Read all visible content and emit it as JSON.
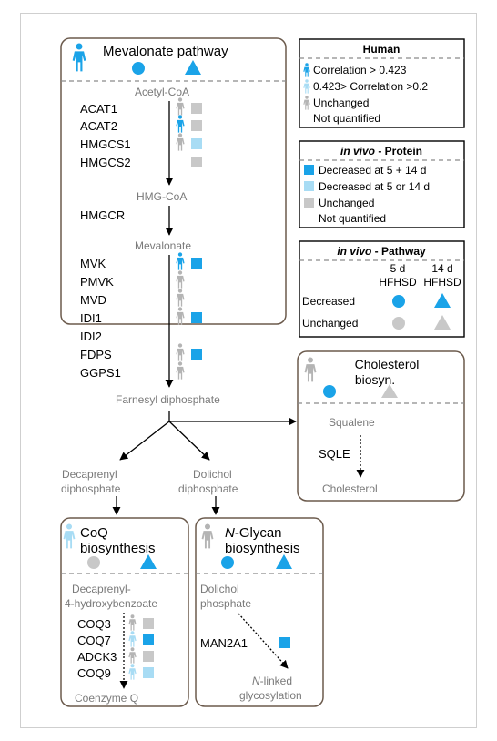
{
  "colors": {
    "blue": "#1aa3e8",
    "light_blue": "#a8dcf4",
    "gray": "#c8c8c8",
    "dark_gray": "#b4b4b4",
    "text_gray": "#7a7a7a",
    "border": "#6b5a4c"
  },
  "mevalonate": {
    "title": "Mevalonate pathway",
    "acetyl_coa": "Acetyl-CoA",
    "hmg_coa": "HMG-CoA",
    "mevalonate": "Mevalonate",
    "farnesyl": "Farnesyl diphosphate",
    "decaprenyl_1": "Decaprenyl",
    "decaprenyl_2": "diphosphate",
    "dolichol_1": "Dolichol",
    "dolichol_2": "diphosphate",
    "genes": [
      {
        "name": "ACAT1",
        "human": "gray",
        "protein": "gray"
      },
      {
        "name": "ACAT2",
        "human": "blue",
        "protein": "gray"
      },
      {
        "name": "HMGCS1",
        "human": "gray",
        "protein": "light_blue"
      },
      {
        "name": "HMGCS2",
        "human": "none",
        "protein": "gray"
      },
      {
        "name": "HMGCR",
        "human": "none",
        "protein": "none"
      },
      {
        "name": "MVK",
        "human": "blue",
        "protein": "blue"
      },
      {
        "name": "PMVK",
        "human": "gray",
        "protein": "none"
      },
      {
        "name": "MVD",
        "human": "gray",
        "protein": "none"
      },
      {
        "name": "IDI1",
        "human": "gray",
        "protein": "blue"
      },
      {
        "name": "IDI2",
        "human": "none",
        "protein": "none"
      },
      {
        "name": "FDPS",
        "human": "gray",
        "protein": "blue"
      },
      {
        "name": "GGPS1",
        "human": "gray",
        "protein": "none"
      }
    ]
  },
  "legend_human": {
    "title": "Human",
    "items": [
      "Correlation > 0.423",
      "0.423> Correlation >0.2",
      "Unchanged",
      "Not quantified"
    ]
  },
  "legend_protein": {
    "title_italic": "in vivo",
    "title_rest": " - Protein",
    "items": [
      "Decreased at 5 + 14 d",
      "Decreased at 5 or 14 d",
      "Unchanged",
      "Not quantified"
    ]
  },
  "legend_pathway": {
    "title_italic": "in vivo",
    "title_rest": " - Pathway",
    "col1_a": "5 d",
    "col1_b": "HFHSD",
    "col2_a": "14 d",
    "col2_b": "HFHSD",
    "row1": "Decreased",
    "row2": "Unchanged"
  },
  "cholesterol": {
    "title_1": "Cholesterol",
    "title_2": "biosyn.",
    "squalene": "Squalene",
    "gene": "SQLE",
    "product": "Cholesterol"
  },
  "coq": {
    "title_1": "CoQ",
    "title_2": "biosynthesis",
    "substrate_1": "Decaprenyl-",
    "substrate_2": "4-hydroxybenzoate",
    "product": "Coenzyme Q",
    "genes": [
      {
        "name": "COQ3",
        "human": "gray",
        "protein": "gray"
      },
      {
        "name": "COQ7",
        "human": "light_blue",
        "protein": "blue"
      },
      {
        "name": "ADCK3",
        "human": "gray",
        "protein": "gray"
      },
      {
        "name": "COQ9",
        "human": "light_blue",
        "protein": "light_blue"
      }
    ]
  },
  "nglycan": {
    "title_italic": "N",
    "title_rest_1": "-Glycan",
    "title_2": "biosynthesis",
    "substrate_1": "Dolichol",
    "substrate_2": "phosphate",
    "gene": "MAN2A1",
    "product_italic": "N",
    "product_rest_1": "-linked",
    "product_2": "glycosylation"
  }
}
